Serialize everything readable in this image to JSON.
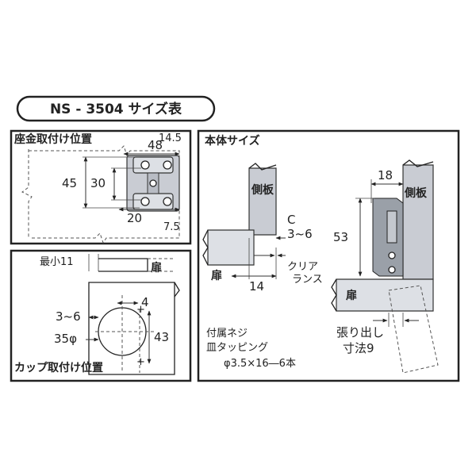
{
  "title": "NS - 3504 サイズ表",
  "seat_plate": {
    "heading": "座金取付け位置",
    "dims": {
      "width": "48",
      "offset_top": "14.5",
      "height_outer": "45",
      "height_inner": "30",
      "bottom_width": "20",
      "offset_bottom": "7.5"
    }
  },
  "cup": {
    "heading": "カップ取付け位置",
    "min_label": "最小11",
    "door_label": "扉",
    "dims": {
      "edge": "3~6",
      "diameter": "35φ",
      "offset": "4",
      "depth": "43"
    }
  },
  "body": {
    "heading": "本体サイズ",
    "left": {
      "side_panel": "側板",
      "door": "扉",
      "c_label": "C",
      "c_range": "3~6",
      "dim_14": "14",
      "clearance_1": "クリア",
      "clearance_2": "ランス"
    },
    "right": {
      "side_panel": "側板",
      "door": "扉",
      "dim_18": "18",
      "dim_53": "53",
      "overhang_1": "張り出し",
      "overhang_2": "寸法9"
    },
    "screw_note": {
      "line1": "付属ネジ",
      "line2": "皿タッピング",
      "line3": "φ3.5×16―6本"
    }
  }
}
